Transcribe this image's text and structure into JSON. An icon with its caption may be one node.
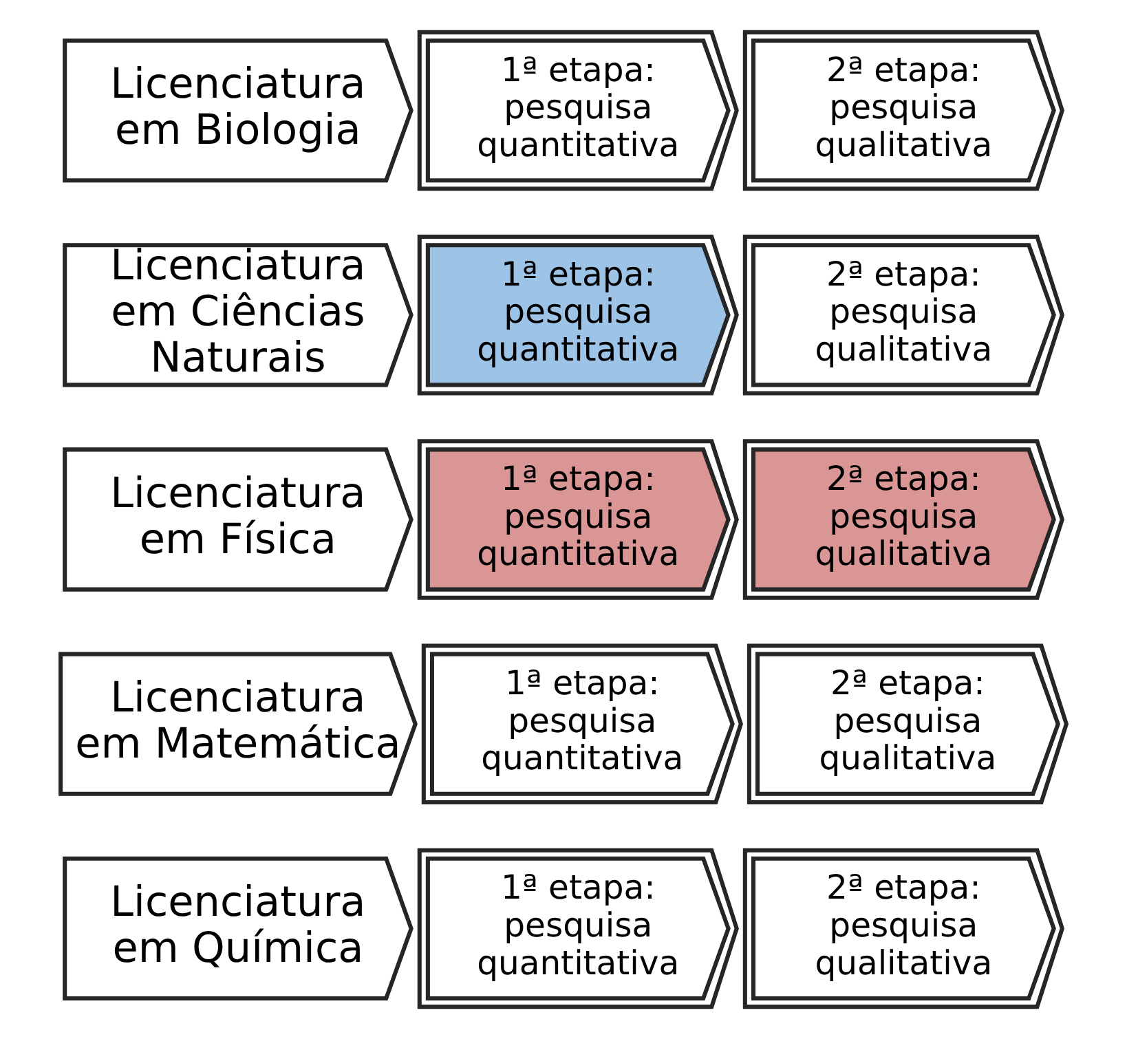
{
  "diagram": {
    "nodes": [
      {
        "text": [
          "Licenciatura em Biologia"
        ]
      },
      {
        "text": [
          "1ª etapa: pesquisa quantitativa"
        ]
      },
      {
        "text": [
          "2ª etapa: pesquisa qualitativa"
        ]
      },
      {
        "text": [
          "Licenciatura em Ciências Naturais"
        ]
      },
      {
        "text": [
          "1ª etapa: pesquisa quantitativa"
        ]
      },
      {
        "text": [
          "2ª etapa: pesquisa qualitativa"
        ]
      },
      {
        "text": [
          "Licenciatura em Física"
        ]
      },
      {
        "text": [
          "1ª etapa: pesquisa quantitativa"
        ]
      },
      {
        "text": [
          "2ª etapa: pesquisa qualitativa"
        ]
      },
      {
        "text": [
          "Licenciatura em Matemática"
        ]
      },
      {
        "text": [
          "1ª etapa: pesquisa quantitativa"
        ]
      },
      {
        "text": [
          "2ª etapa: pesquisa qualitativa"
        ]
      },
      {
        "text": [
          "Licenciatura em Química"
        ]
      },
      {
        "text": [
          "1ª etapa: pesquisa quantitativa"
        ]
      },
      {
        "text": [
          "2ª etapa: pesquisa qualitativa"
        ]
      }
    ]
  }
}
